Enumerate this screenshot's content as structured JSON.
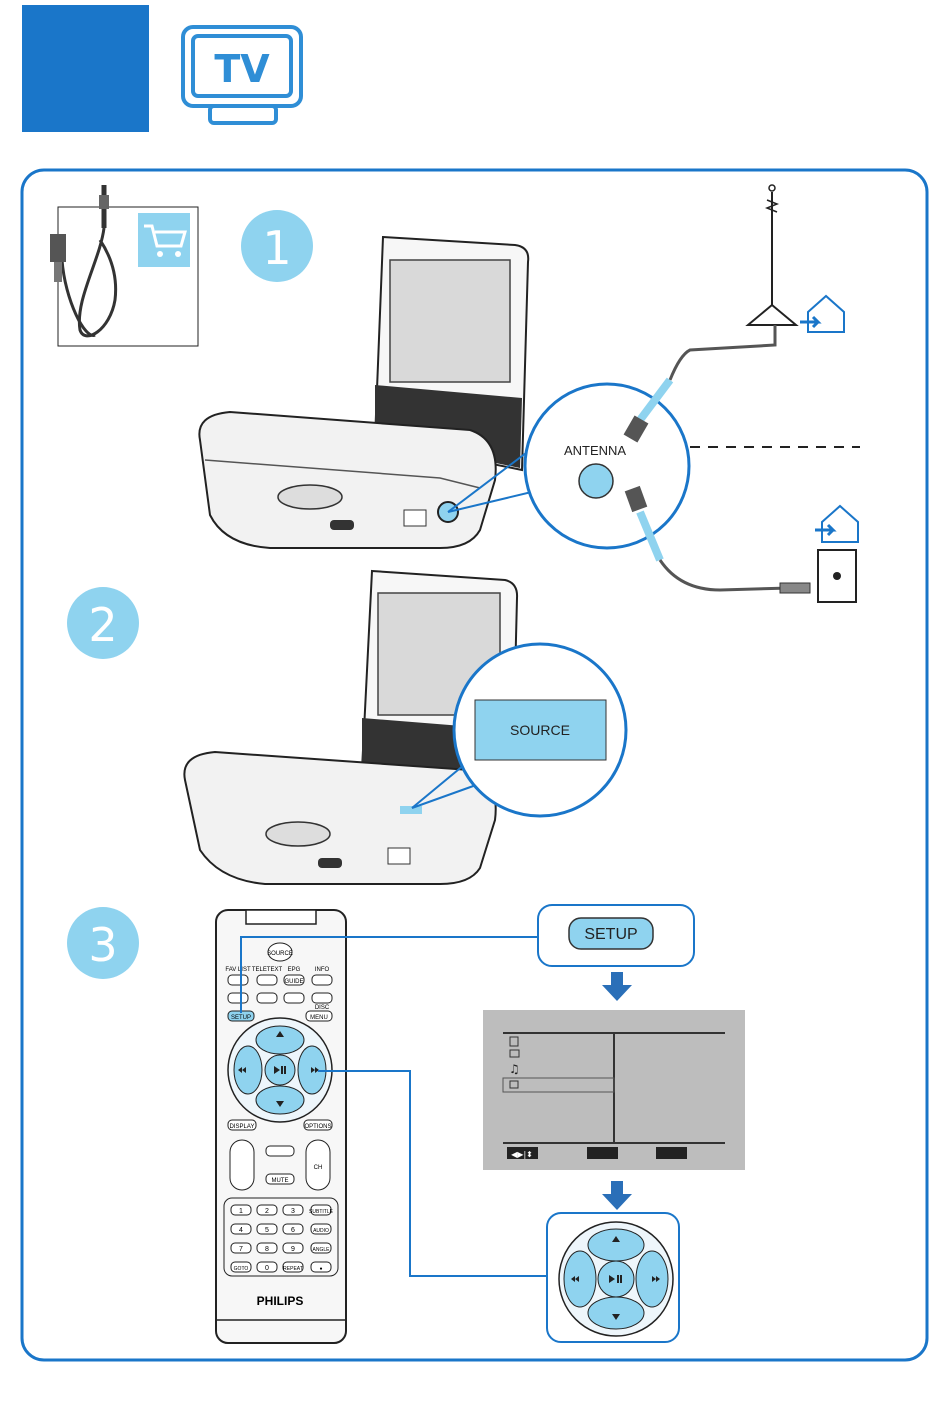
{
  "header": {
    "tv_icon_text": "TV",
    "accent_color": "#1a76c9",
    "light_blue": "#8fd3ef"
  },
  "steps": [
    {
      "number": "1"
    },
    {
      "number": "2"
    },
    {
      "number": "3"
    }
  ],
  "step1": {
    "antenna_label": "ANTENNA"
  },
  "step2": {
    "source_button_label": "SOURCE"
  },
  "step3": {
    "setup_button_label": "SETUP",
    "remote": {
      "brand": "PHILIPS",
      "source": "SOURCE",
      "row1_labels": [
        "FAV LIST",
        "TELETEXT",
        "EPG",
        "INFO"
      ],
      "guide": "GUIDE",
      "setup": "SETUP",
      "disc": "DISC",
      "menu": "MENU",
      "display": "DISPLAY",
      "options": "OPTIONS",
      "mute": "MUTE",
      "ch": "CH",
      "keys": [
        "1",
        "2",
        "3",
        "SUBTITLE",
        "4",
        "5",
        "6",
        "AUDIO",
        "7",
        "8",
        "9",
        "ANGLE",
        "GOTO",
        "0",
        "REPEAT",
        "●"
      ]
    },
    "menu_footer_icon": "◀▶|⬍"
  }
}
